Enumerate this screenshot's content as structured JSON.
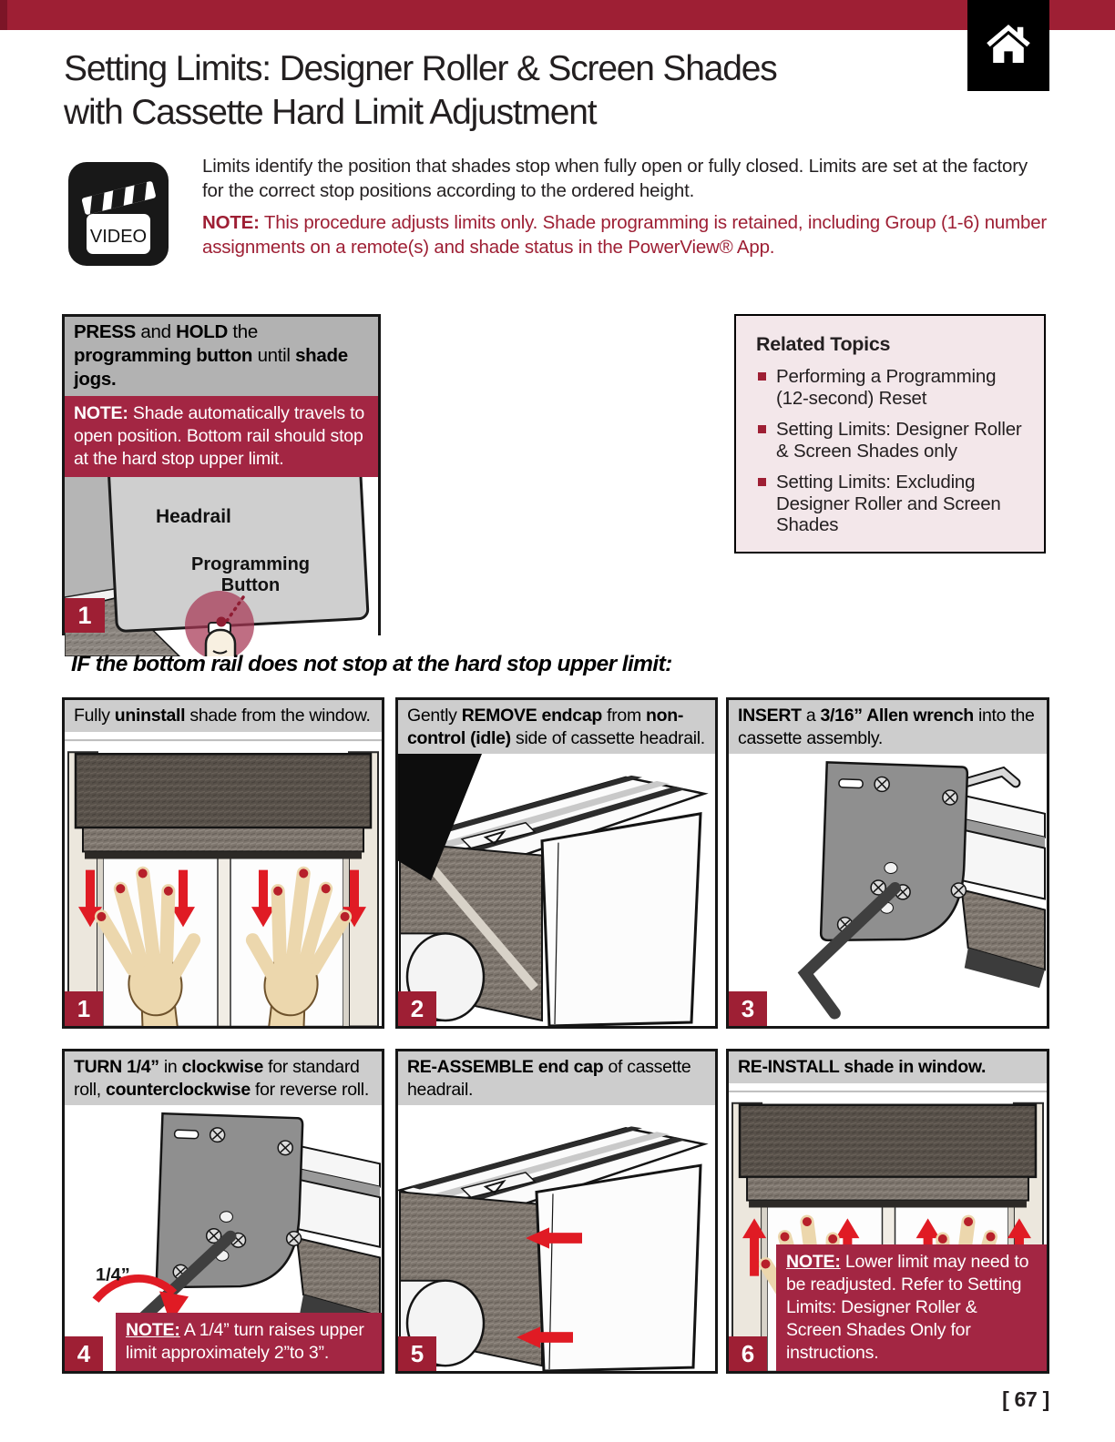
{
  "colors": {
    "brand_red": "#9e1f34",
    "note_red": "#a32643",
    "badge_red": "#9e1f34",
    "header_gray": "#b2b2b2",
    "step_header_gray": "#cdcdcd",
    "related_bg": "#f3e7ea",
    "arrow_red": "#e01b24"
  },
  "header": {
    "title_line1": "Setting Limits: Designer Roller & Screen Shades",
    "title_line2": "with Cassette Hard Limit Adjustment"
  },
  "video": {
    "label": "VIDEO"
  },
  "intro": {
    "body": "Limits identify the position that shades stop when fully open or fully closed. Limits are set at the factory for the correct stop positions according to the ordered height.",
    "note": [
      {
        "t": "NOTE:",
        "b": true
      },
      {
        "t": "  This procedure adjusts limits only. Shade programming is retained, including Group (1-6) number assignments on a remote(s) and shade status in the PowerView® App."
      }
    ]
  },
  "press_step": {
    "number": "1",
    "header": [
      {
        "t": "PRESS",
        "b": true
      },
      {
        "t": " and "
      },
      {
        "t": "HOLD",
        "b": true
      },
      {
        "t": " the "
      },
      {
        "t": "programming button",
        "b": true
      },
      {
        "t": " until "
      },
      {
        "t": "shade jogs.",
        "b": true
      }
    ],
    "note": [
      {
        "t": "NOTE:",
        "b": true
      },
      {
        "t": " Shade automatically travels to open position. Bottom rail should stop at the hard stop upper limit."
      }
    ],
    "labels": {
      "headrail": "Headrail",
      "programming_line1": "Programming",
      "programming_line2": "Button"
    }
  },
  "related": {
    "title": "Related Topics",
    "items": [
      "Performing a Programming (12-second) Reset",
      "Setting Limits: Designer Roller & Screen Shades only",
      "Setting Limits: Excluding Designer Roller and Screen Shades"
    ]
  },
  "section_heading": "IF the bottom rail does not stop at the hard stop upper limit:",
  "steps": [
    {
      "number": "1",
      "header": [
        {
          "t": "Fully "
        },
        {
          "t": "uninstall",
          "b": true
        },
        {
          "t": " shade from the window."
        }
      ]
    },
    {
      "number": "2",
      "header": [
        {
          "t": "Gently "
        },
        {
          "t": "REMOVE endcap",
          "b": true
        },
        {
          "t": " from "
        },
        {
          "t": "non-control (idle)",
          "b": true
        },
        {
          "t": " side of cassette headrail."
        }
      ]
    },
    {
      "number": "3",
      "header": [
        {
          "t": "INSERT",
          "b": true
        },
        {
          "t": " a "
        },
        {
          "t": "3/16” Allen wrench",
          "b": true
        },
        {
          "t": " into the cassette assembly."
        }
      ]
    },
    {
      "number": "4",
      "header": [
        {
          "t": "TURN 1/4”",
          "b": true
        },
        {
          "t": " in "
        },
        {
          "t": "clockwise",
          "b": true
        },
        {
          "t": " for standard roll, "
        },
        {
          "t": "counterclockwise",
          "b": true
        },
        {
          "t": " for reverse roll."
        }
      ],
      "note": [
        {
          "t": "NOTE:",
          "b": true,
          "u": true
        },
        {
          "t": " A 1/4” turn raises upper limit approximately 2”to 3”."
        }
      ],
      "label": "1/4”"
    },
    {
      "number": "5",
      "header": [
        {
          "t": "RE-ASSEMBLE end cap",
          "b": true
        },
        {
          "t": " of cassette headrail."
        }
      ]
    },
    {
      "number": "6",
      "header": [
        {
          "t": "RE-INSTALL shade in window.",
          "b": true
        }
      ],
      "note": [
        {
          "t": "NOTE:",
          "b": true,
          "u": true
        },
        {
          "t": " Lower limit may need to be readjusted. Refer to Setting Limits: Designer Roller & Screen Shades Only for instructions."
        }
      ]
    }
  ],
  "footer": {
    "page_number": "[ 67 ]"
  }
}
